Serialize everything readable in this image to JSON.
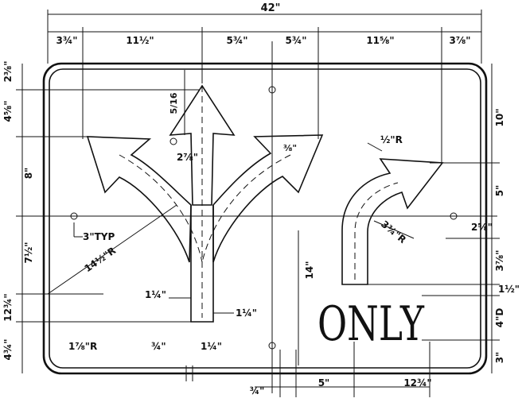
{
  "drawing": {
    "overall_width": "42\"",
    "top_dims": [
      "3¾\"",
      "11½\"",
      "5¾\"",
      "5¾\"",
      "11⅝\"",
      "3⅞\""
    ],
    "left_dims": [
      "2⅜\"",
      "4⅝\"",
      "8\"",
      "7½\"",
      "12¾\"",
      "4¾\""
    ],
    "right_dims": [
      "10\"",
      "5\"",
      "2⅝\"",
      "3⅞\"",
      "1½\"",
      "4\"D",
      "3\""
    ],
    "bottom_dims": [
      "¾\"",
      "5\"",
      "12¾\""
    ],
    "callouts": {
      "arrow_gap": "5/16",
      "head_width": "2⅞\"",
      "head_offset": "⅜\"",
      "radius_right": "½\"R",
      "typ": "3\"TYP",
      "radius_big": "14½\"R",
      "stem_a": "1¼\"",
      "stem_b": "1¼\"",
      "radius_curve": "3¾\"R",
      "height_14": "14\"",
      "corner_radius": "1⅞\"R",
      "border_a": "¾\"",
      "border_b": "1¼\""
    },
    "sign_text": "ONLY"
  }
}
